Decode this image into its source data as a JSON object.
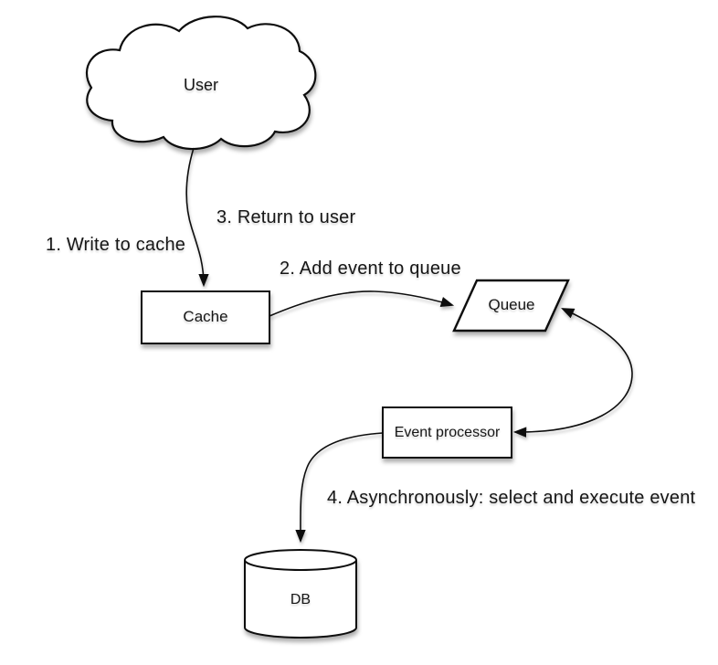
{
  "nodes": {
    "user": {
      "label": "User",
      "shape": "cloud"
    },
    "cache": {
      "label": "Cache",
      "shape": "rectangle"
    },
    "queue": {
      "label": "Queue",
      "shape": "parallelogram"
    },
    "event_processor": {
      "label": "Event processor",
      "shape": "rectangle"
    },
    "db": {
      "label": "DB",
      "shape": "cylinder"
    }
  },
  "steps": {
    "s1": "1. Write to cache",
    "s2": "2. Add event to queue",
    "s3": "3. Return to user",
    "s4": "4. Asynchronously: select and execute event"
  },
  "edges": [
    {
      "from": "user",
      "to": "cache",
      "labels": [
        "1. Write to cache",
        "3. Return to user"
      ],
      "bidirectional": false
    },
    {
      "from": "cache",
      "to": "queue",
      "labels": [
        "2. Add event to queue"
      ],
      "bidirectional": false
    },
    {
      "from": "queue",
      "to": "event_processor",
      "labels": [],
      "bidirectional": true
    },
    {
      "from": "event_processor",
      "to": "db",
      "labels": [
        "4. Asynchronously: select and execute event"
      ],
      "bidirectional": false
    }
  ],
  "colors": {
    "background": "#ffffff",
    "shape_fill": "#ffffff",
    "stroke": "#111111",
    "text": "#161616"
  }
}
